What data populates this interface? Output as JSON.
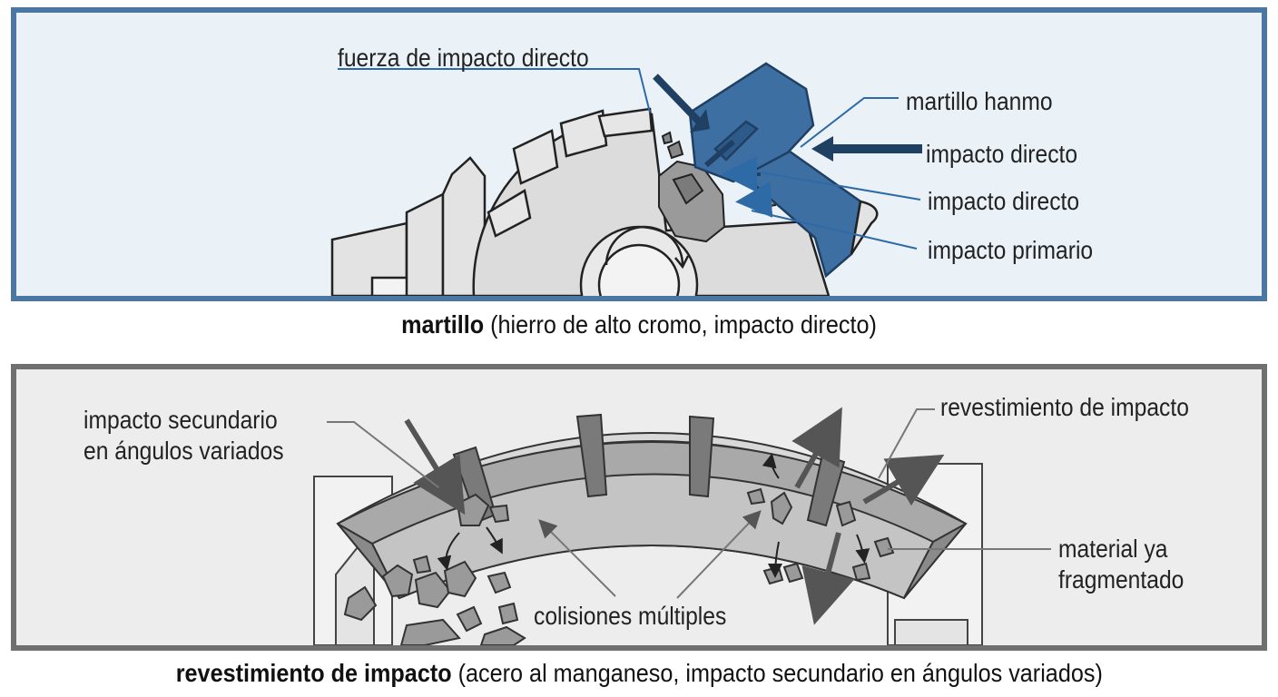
{
  "top_panel": {
    "labels": {
      "direct_force": "fuerza de impacto directo",
      "hammer": "martillo hanmo",
      "direct_1": "impacto directo",
      "direct_2": "impacto directo",
      "primary": "impacto primario"
    },
    "caption_bold": "martillo",
    "caption_rest": "(hierro de alto cromo, impacto directo)",
    "colors": {
      "border": "#4d77a3",
      "background": "#eaf2f8",
      "hammer": "#3d6fa3",
      "accent": "#2e6aa6"
    }
  },
  "bottom_panel": {
    "labels": {
      "secondary_line1": "impacto secundario",
      "secondary_line2": "en ángulos variados",
      "liner": "revestimiento de impacto",
      "fragmented_line1": "material ya",
      "fragmented_line2": "fragmentado",
      "collisions": "colisiones múltiples"
    },
    "caption_bold": "revestimiento de impacto",
    "caption_rest": "(acero al manganeso, impacto secundario en ángulos variados)",
    "colors": {
      "border": "#707070",
      "background": "#ededed",
      "liner": "#9a9a9a"
    }
  },
  "icons": [
    "crusher-rotor-icon",
    "hammer-icon",
    "rotation-arrow-icon",
    "rock-icon",
    "liner-plate-icon",
    "impact-arrow-icon"
  ]
}
